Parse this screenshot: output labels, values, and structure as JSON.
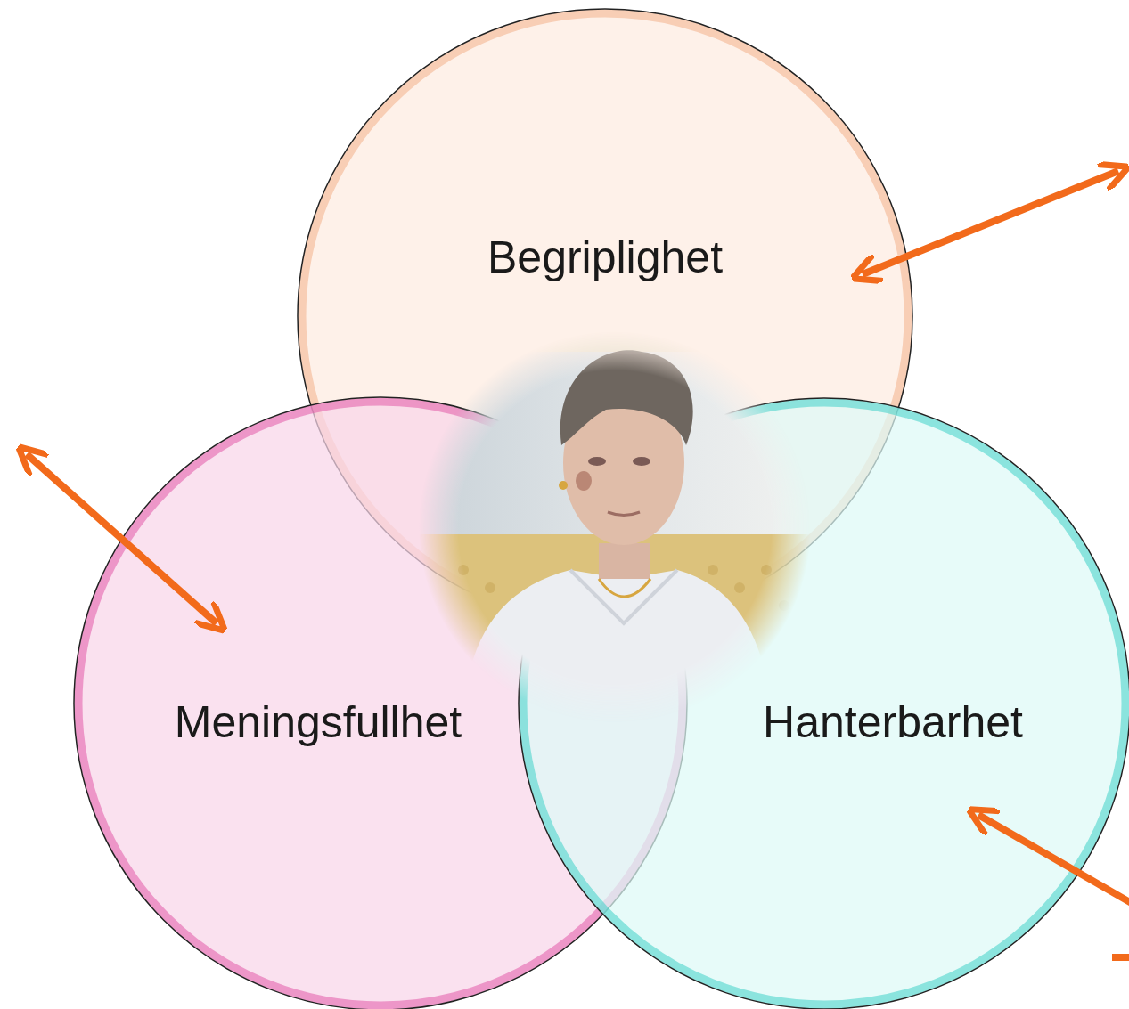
{
  "diagram": {
    "nodes": [
      {
        "text": [
          "Begriplighet"
        ]
      },
      {
        "text": [
          "Meningsfullhet"
        ]
      },
      {
        "text": [
          "Hanterbarhet"
        ]
      }
    ]
  }
}
